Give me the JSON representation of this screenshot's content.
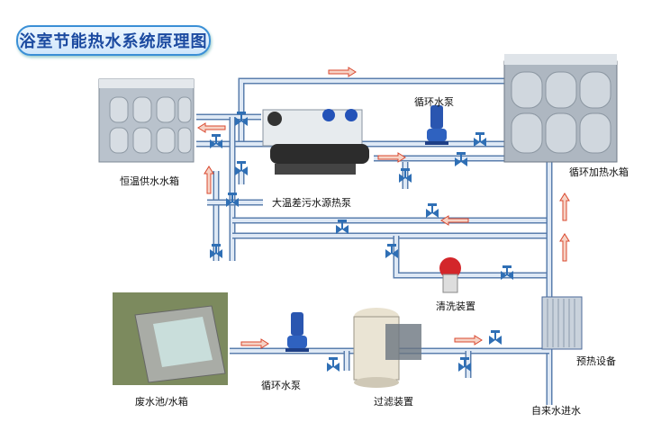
{
  "title": "浴室节能热水系统原理图",
  "labels": {
    "supply_tank": "恒温供水水箱",
    "heat_pump": "大温差污水源热泵",
    "pump_top": "循环水泵",
    "heating_tank": "循环加热水箱",
    "cleaning": "清洗装置",
    "waste_pool": "废水池/水箱",
    "pump_bottom": "循环水泵",
    "filter": "过滤装置",
    "preheat": "预热设备",
    "tap_water": "自来水进水"
  },
  "colors": {
    "pipe": "#5b7fae",
    "pipe_fill": "#dfe9f5",
    "arrow": "#d9482f",
    "valve": "#2f6fb5",
    "title": "#1b4aa0"
  }
}
